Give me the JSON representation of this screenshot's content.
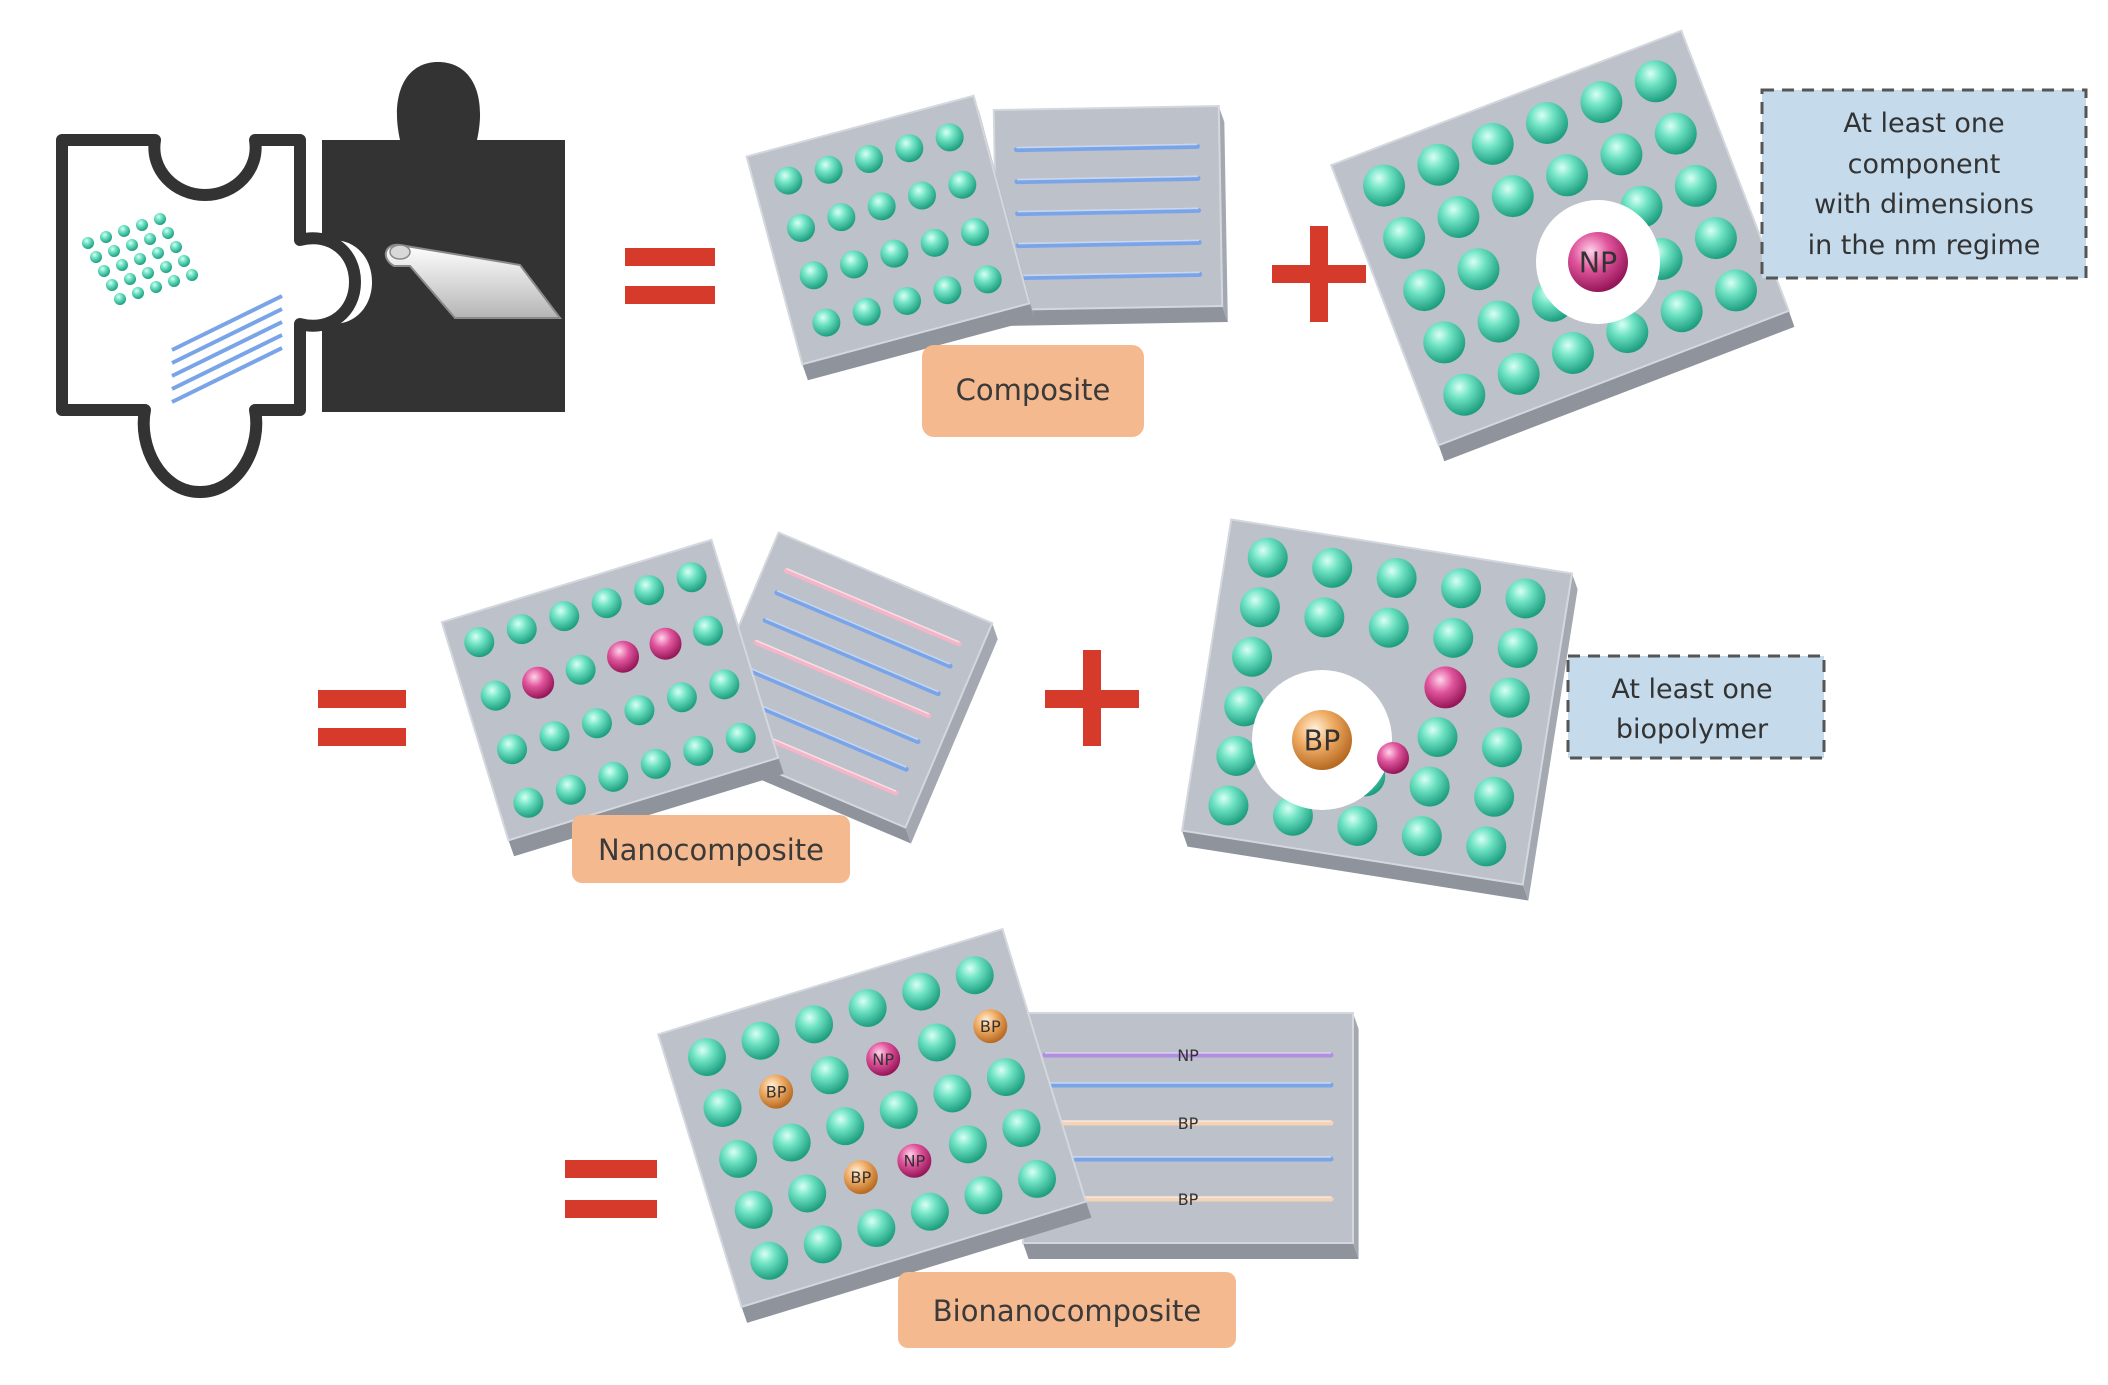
{
  "labels": {
    "composite": "Composite",
    "nanocomposite": "Nanocomposite",
    "bionanocomposite": "Bionanocomposite"
  },
  "callouts": {
    "nm": [
      "At least one",
      "component",
      "with dimensions",
      "in the nm regime"
    ],
    "bp": [
      "At least one",
      "biopolymer"
    ]
  },
  "particle_labels": {
    "np": "NP",
    "bp": "BP"
  },
  "operators": {
    "plus": "+",
    "equals": "="
  },
  "colors": {
    "accent_red": "#d63a2b",
    "teal": "#46d1b0",
    "pink": "#d4418e",
    "orange": "#e9a05c",
    "label_bg": "#f5b98f",
    "callout_bg": "#c5dbec",
    "slab_top": "#bcc1ca",
    "fiber_blue": "#7aa4e8",
    "fiber_pink": "#f3b6c8",
    "fiber_purple": "#b08ee0",
    "fiber_peach": "#f6d2b6",
    "puzzle_dark": "#333333"
  },
  "icons": [
    "puzzle-icon",
    "paper-scroll-icon",
    "plus-icon",
    "equals-icon"
  ]
}
